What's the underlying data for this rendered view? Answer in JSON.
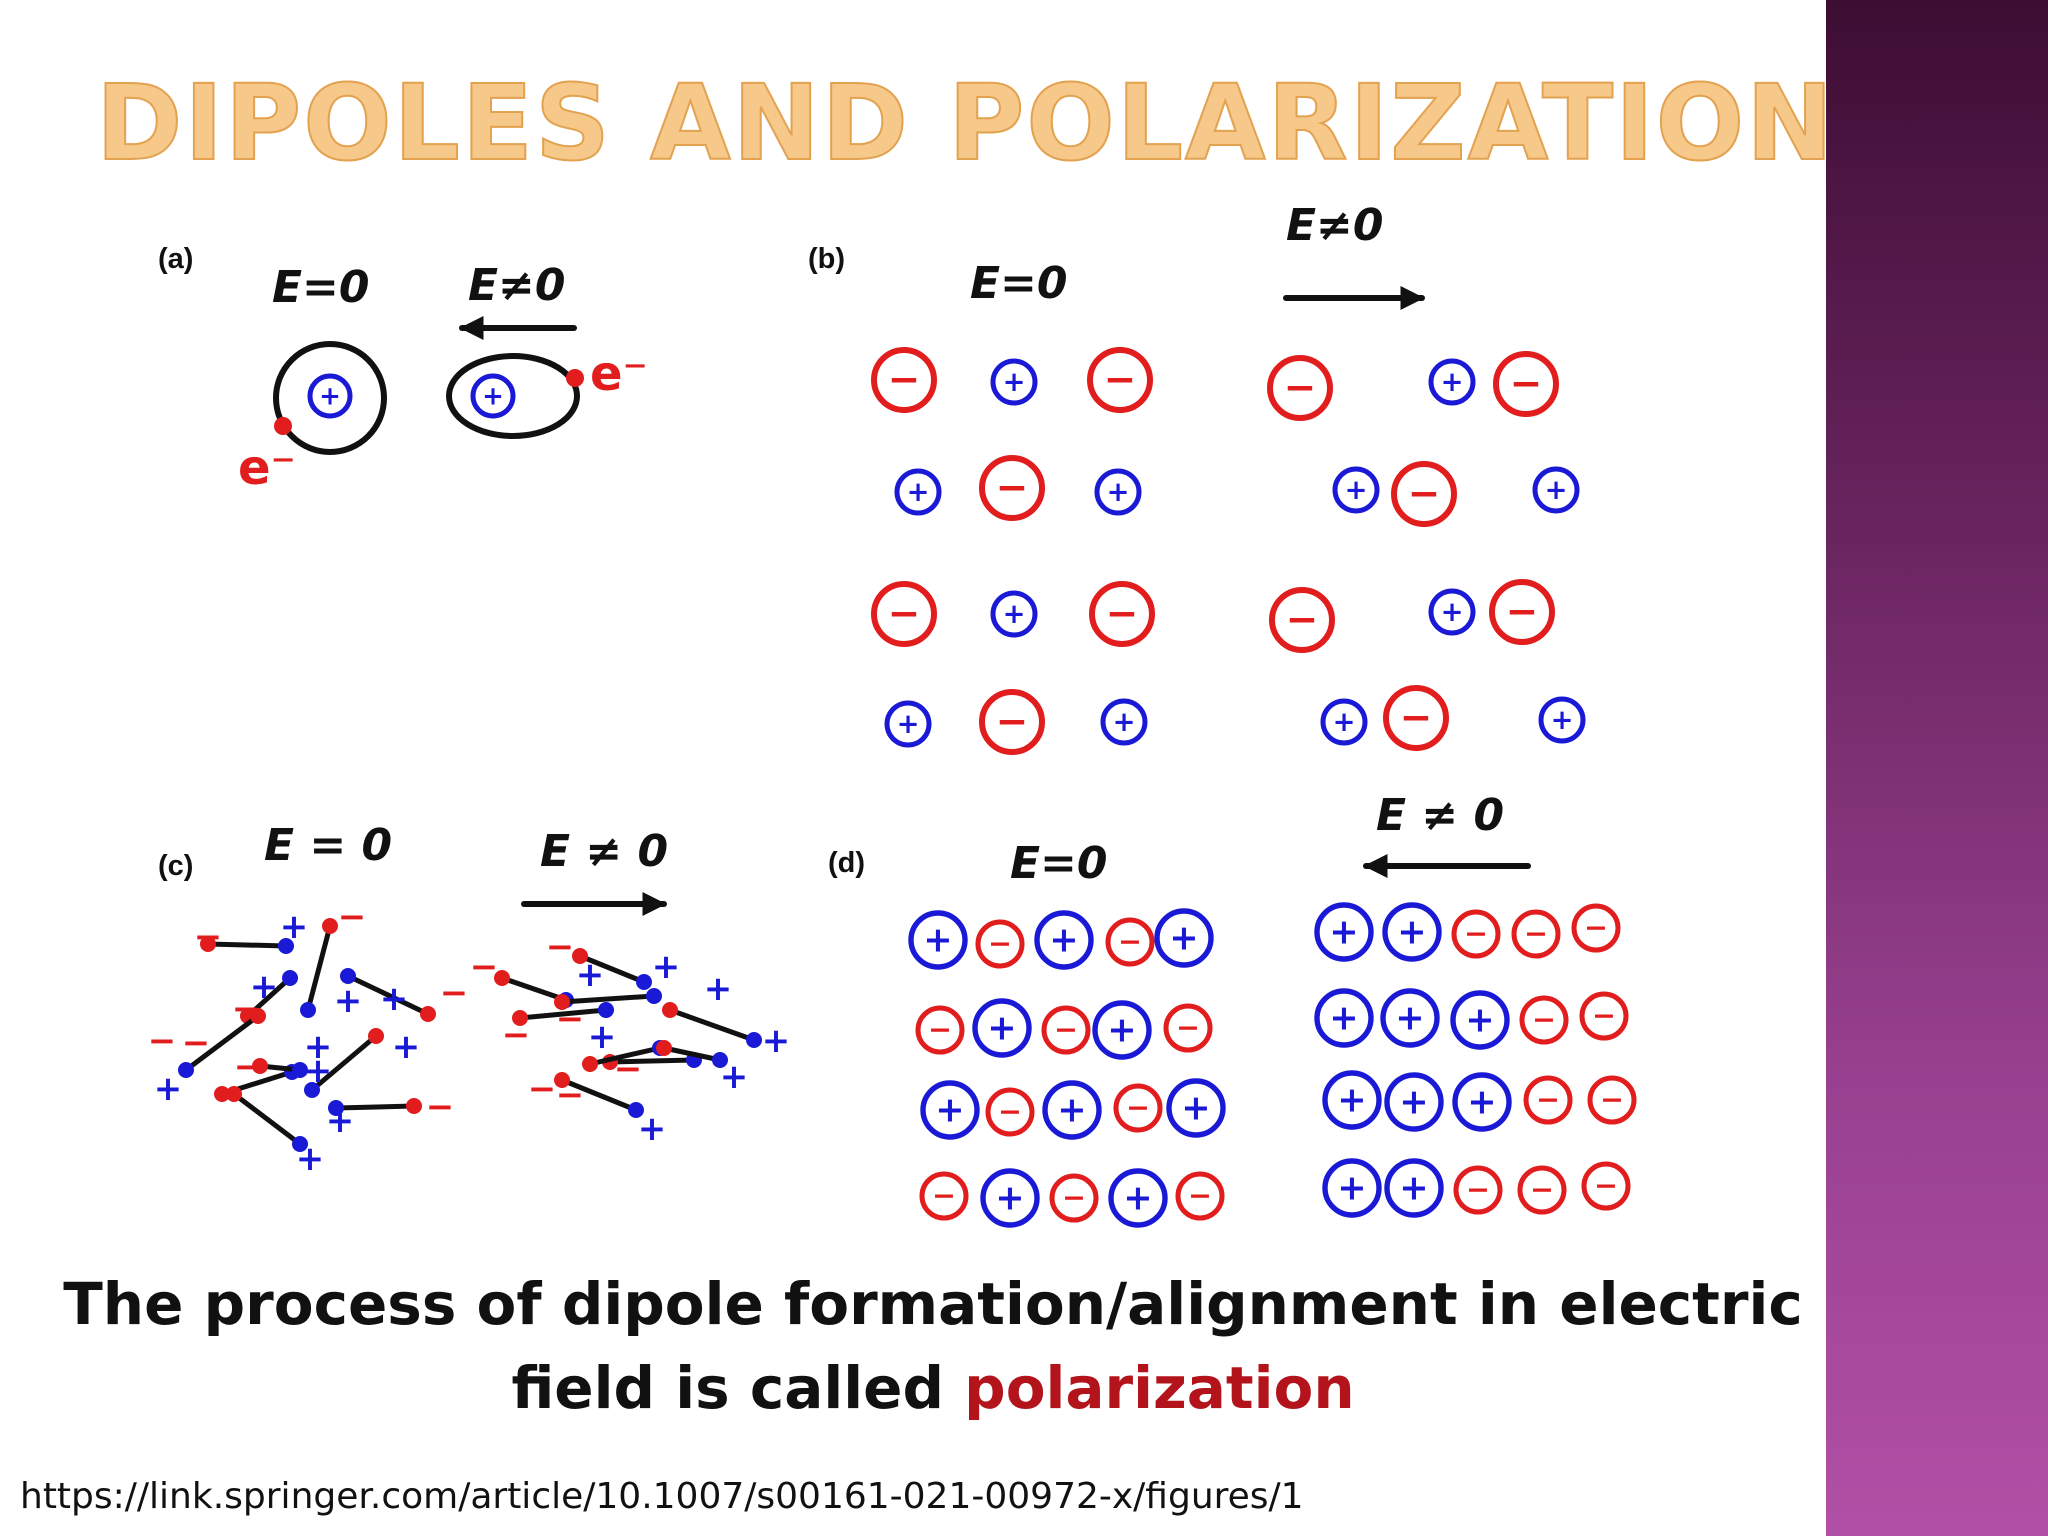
{
  "slide": {
    "title": "DIPOLES AND POLARIZATION",
    "caption_text": "The process of dipole formation/alignment in electric field is called",
    "caption_highlight": "polarization",
    "source_url": "https://link.springer.com/article/10.1007/s00161-021-00972-x/figures/1"
  },
  "figure": {
    "panels": {
      "a": {
        "label": "(a)",
        "left_condition": "E=0",
        "right_condition": "E≠0",
        "electron_left": "e⁻",
        "electron_right": "e⁻"
      },
      "b": {
        "label": "(b)",
        "left_condition": "E=0",
        "right_condition": "E≠0"
      },
      "c": {
        "label": "(c)",
        "left_condition": "E = 0",
        "right_condition": "E ≠ 0"
      },
      "d": {
        "label": "(d)",
        "left_condition": "E=0",
        "right_condition": "E ≠ 0"
      }
    },
    "symbols": {
      "plus": "+",
      "minus": "−"
    }
  },
  "colors": {
    "positive": "#1a1ad6",
    "negative": "#e21d1d",
    "ink": "#111111",
    "title_fill": "#f6c88a",
    "title_stroke": "#e3a250",
    "caption_accent": "#b3141c",
    "sidebar_top": "#3d0d33",
    "sidebar_bottom": "#b24fa6"
  }
}
